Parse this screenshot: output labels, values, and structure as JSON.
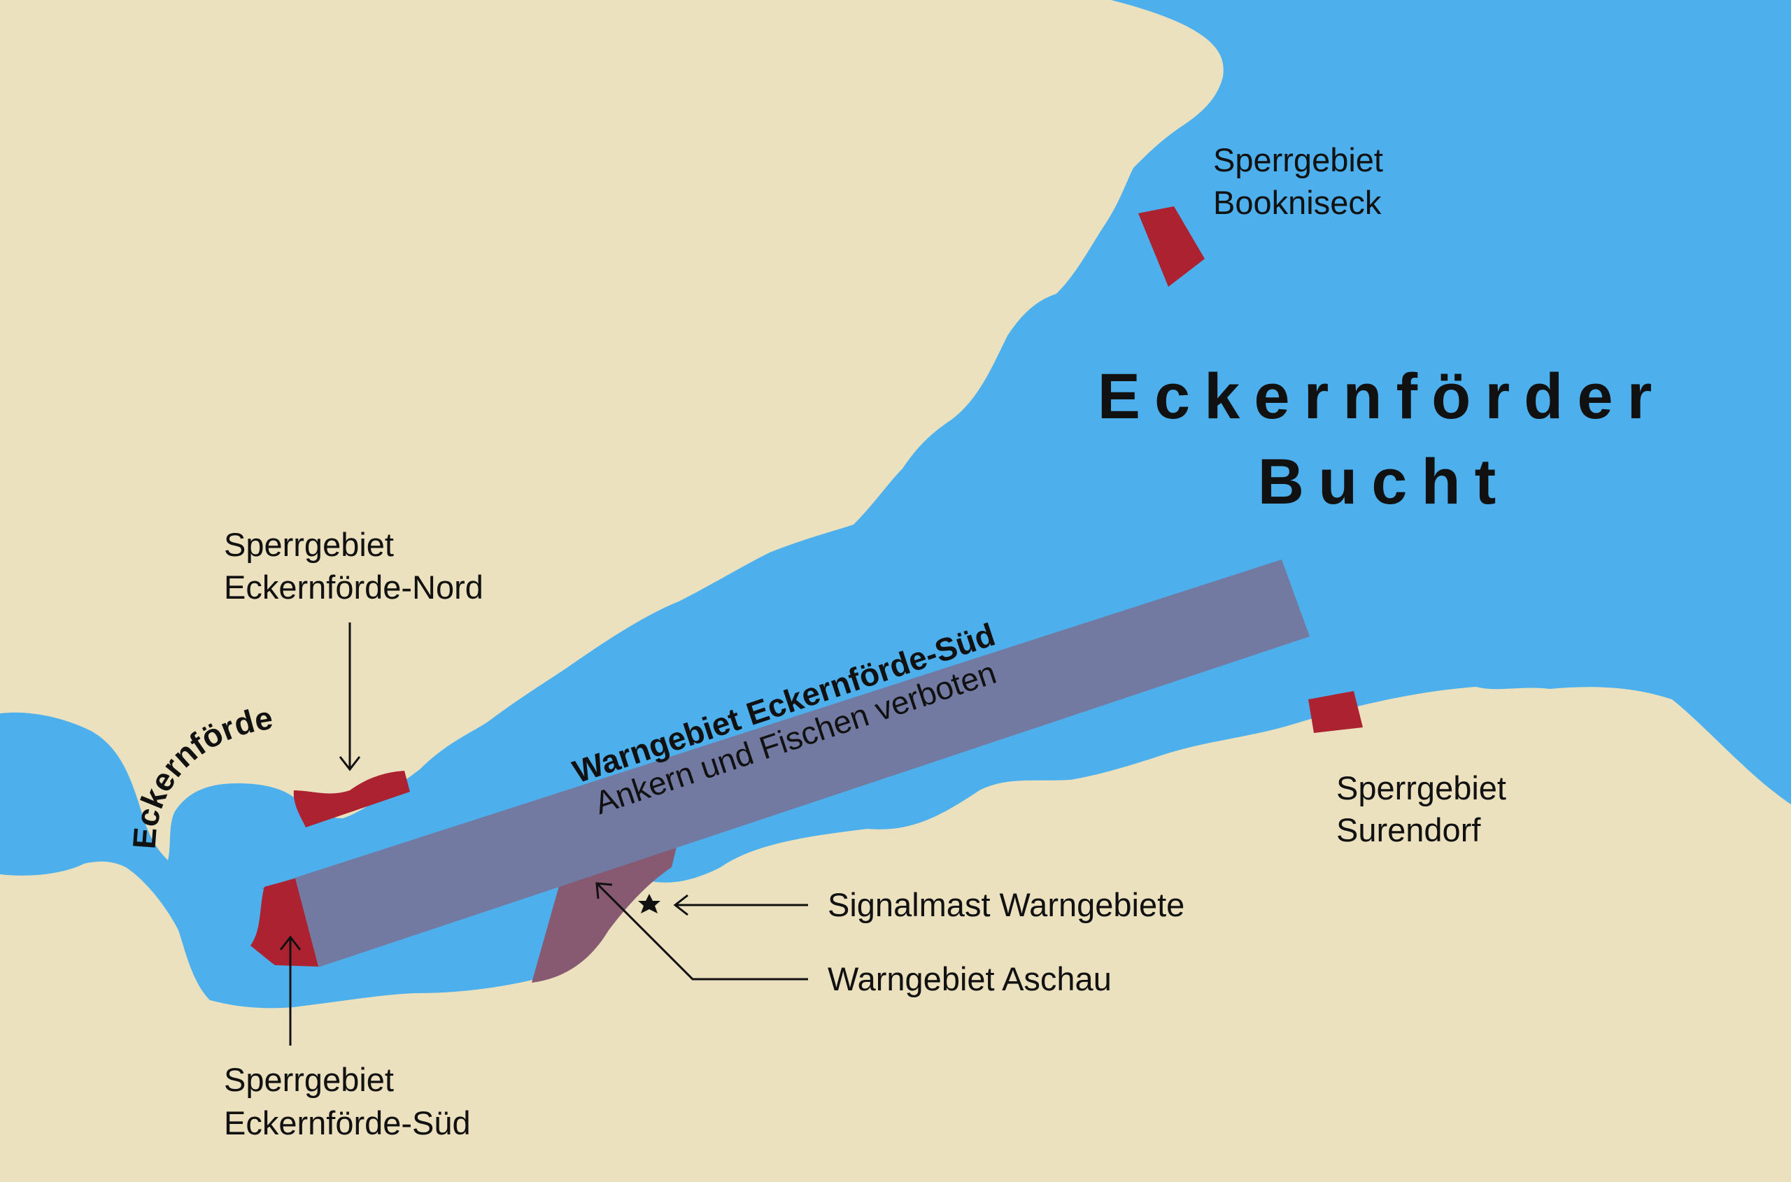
{
  "colors": {
    "land": "#ebe1bf",
    "water": "#4db0ec",
    "restricted_area": "#ad2230",
    "warning_area": "#727aa2",
    "aschau_area": "#875a72",
    "water_label": "#2d6ea9",
    "text": "#111111"
  },
  "water_name": {
    "line1": "Eckernförder",
    "line2": "Bucht"
  },
  "town": {
    "name": "Eckernförde"
  },
  "restricted_areas": [
    {
      "line1": "Sperrgebiet",
      "line2": "Bookniseck"
    },
    {
      "line1": "Sperrgebiet",
      "line2": "Eckernförde-Nord"
    },
    {
      "line1": "Sperrgebiet",
      "line2": "Surendorf"
    },
    {
      "line1": "Sperrgebiet",
      "line2": "Eckernförde-Süd"
    }
  ],
  "warning_area": {
    "title": "Warngebiet Eckernförde-Süd",
    "subtitle": "Ankern und Fischen verboten"
  },
  "aschau": {
    "label": "Warngebiet Aschau"
  },
  "signal_mast": {
    "label": "Signalmast Warngebiete",
    "icon": "star-icon"
  }
}
